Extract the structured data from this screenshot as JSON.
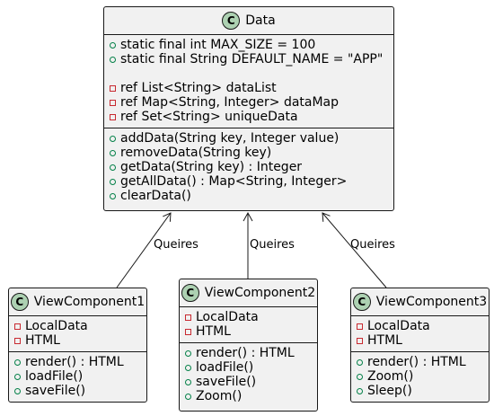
{
  "classes": {
    "data": {
      "badge": "C",
      "name": "Data",
      "fields": [
        {
          "vis": "pub",
          "text": "static final int MAX_SIZE = 100"
        },
        {
          "vis": "pub",
          "text": "static final String DEFAULT_NAME = \"APP\""
        },
        {
          "vis": "blank",
          "text": ""
        },
        {
          "vis": "priv",
          "text": "ref List<String> dataList"
        },
        {
          "vis": "priv",
          "text": "ref Map<String, Integer> dataMap"
        },
        {
          "vis": "priv",
          "text": "ref Set<String> uniqueData"
        }
      ],
      "methods": [
        {
          "vis": "pub",
          "text": "addData(String key, Integer value)"
        },
        {
          "vis": "pub",
          "text": "removeData(String key)"
        },
        {
          "vis": "pub",
          "text": "getData(String key) : Integer"
        },
        {
          "vis": "pub",
          "text": "getAllData() : Map<String, Integer>"
        },
        {
          "vis": "pub",
          "text": "clearData()"
        }
      ]
    },
    "vc1": {
      "badge": "C",
      "name": "ViewComponent1",
      "fields": [
        {
          "vis": "priv",
          "text": "LocalData"
        },
        {
          "vis": "priv",
          "text": "HTML"
        }
      ],
      "methods": [
        {
          "vis": "pub",
          "text": "render() : HTML"
        },
        {
          "vis": "pub",
          "text": "loadFile()"
        },
        {
          "vis": "pub",
          "text": "saveFile()"
        }
      ]
    },
    "vc2": {
      "badge": "C",
      "name": "ViewComponent2",
      "fields": [
        {
          "vis": "priv",
          "text": "LocalData"
        },
        {
          "vis": "priv",
          "text": "HTML"
        }
      ],
      "methods": [
        {
          "vis": "pub",
          "text": "render() : HTML"
        },
        {
          "vis": "pub",
          "text": "loadFile()"
        },
        {
          "vis": "pub",
          "text": "saveFile()"
        },
        {
          "vis": "pub",
          "text": "Zoom()"
        }
      ]
    },
    "vc3": {
      "badge": "C",
      "name": "ViewComponent3",
      "fields": [
        {
          "vis": "priv",
          "text": "LocalData"
        },
        {
          "vis": "priv",
          "text": "HTML"
        }
      ],
      "methods": [
        {
          "vis": "pub",
          "text": "render() : HTML"
        },
        {
          "vis": "pub",
          "text": "Zoom()"
        },
        {
          "vis": "pub",
          "text": "Sleep()"
        }
      ]
    }
  },
  "relations": [
    {
      "from": "vc1",
      "to": "data",
      "label": "Queires"
    },
    {
      "from": "vc2",
      "to": "data",
      "label": "Queires"
    },
    {
      "from": "vc3",
      "to": "data",
      "label": "Queires"
    }
  ]
}
